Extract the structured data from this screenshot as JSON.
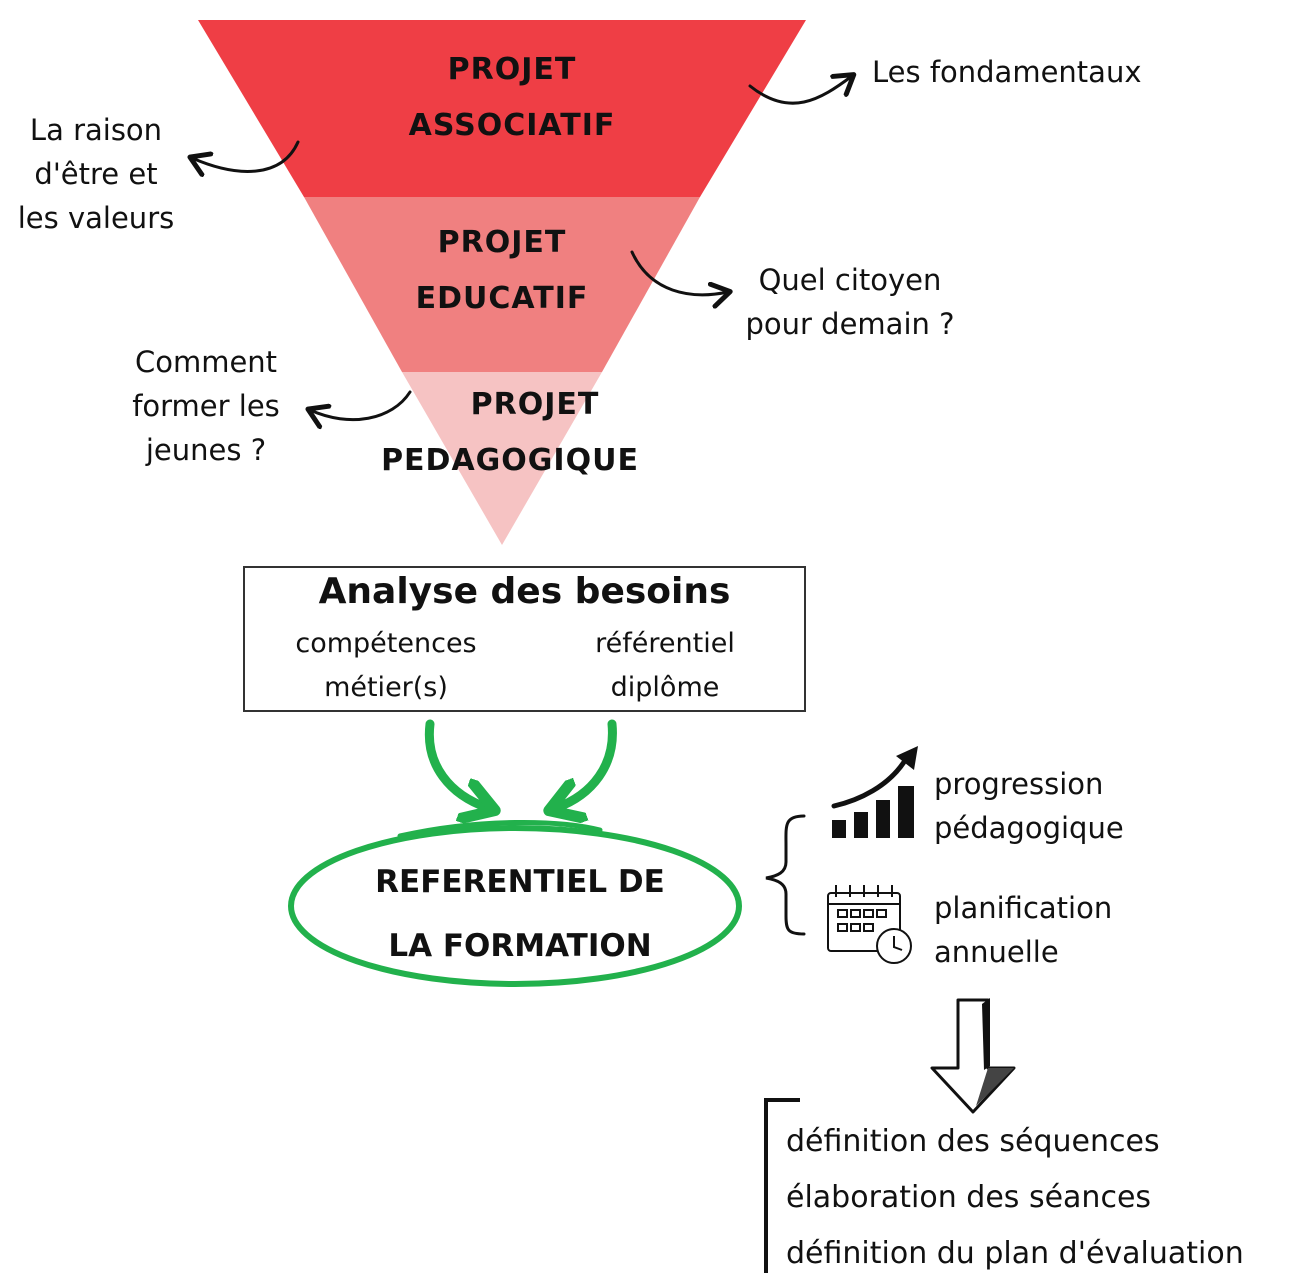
{
  "pyramid": {
    "levels": [
      {
        "line1": "PROJET",
        "line2": "ASSOCIATIF",
        "color": "#ef3e45"
      },
      {
        "line1": "PROJET",
        "line2": "EDUCATIF",
        "color": "#f08080"
      },
      {
        "line1": "PROJET",
        "line2": "PEDAGOGIQUE",
        "color": "#f6c3c3"
      }
    ],
    "annotations": {
      "fondamentaux": "Les fondamentaux",
      "raison": [
        "La raison",
        "d'être et",
        "les valeurs"
      ],
      "citoyen": [
        "Quel citoyen",
        "pour demain ?"
      ],
      "former": [
        "Comment",
        "former les",
        "jeunes ?"
      ]
    }
  },
  "needs": {
    "title": "Analyse des besoins",
    "left": [
      "compétences",
      "métier(s)"
    ],
    "right": [
      "référentiel",
      "diplôme"
    ]
  },
  "referentiel": {
    "line1": "REFERENTIEL DE",
    "line2": "LA FORMATION",
    "color": "#22b14c"
  },
  "outputs": {
    "progression": [
      "progression",
      "pédagogique"
    ],
    "planification": [
      "planification",
      "annuelle"
    ]
  },
  "steps": [
    "définition des séquences",
    "élaboration des séances",
    "définition du plan d'évaluation"
  ]
}
